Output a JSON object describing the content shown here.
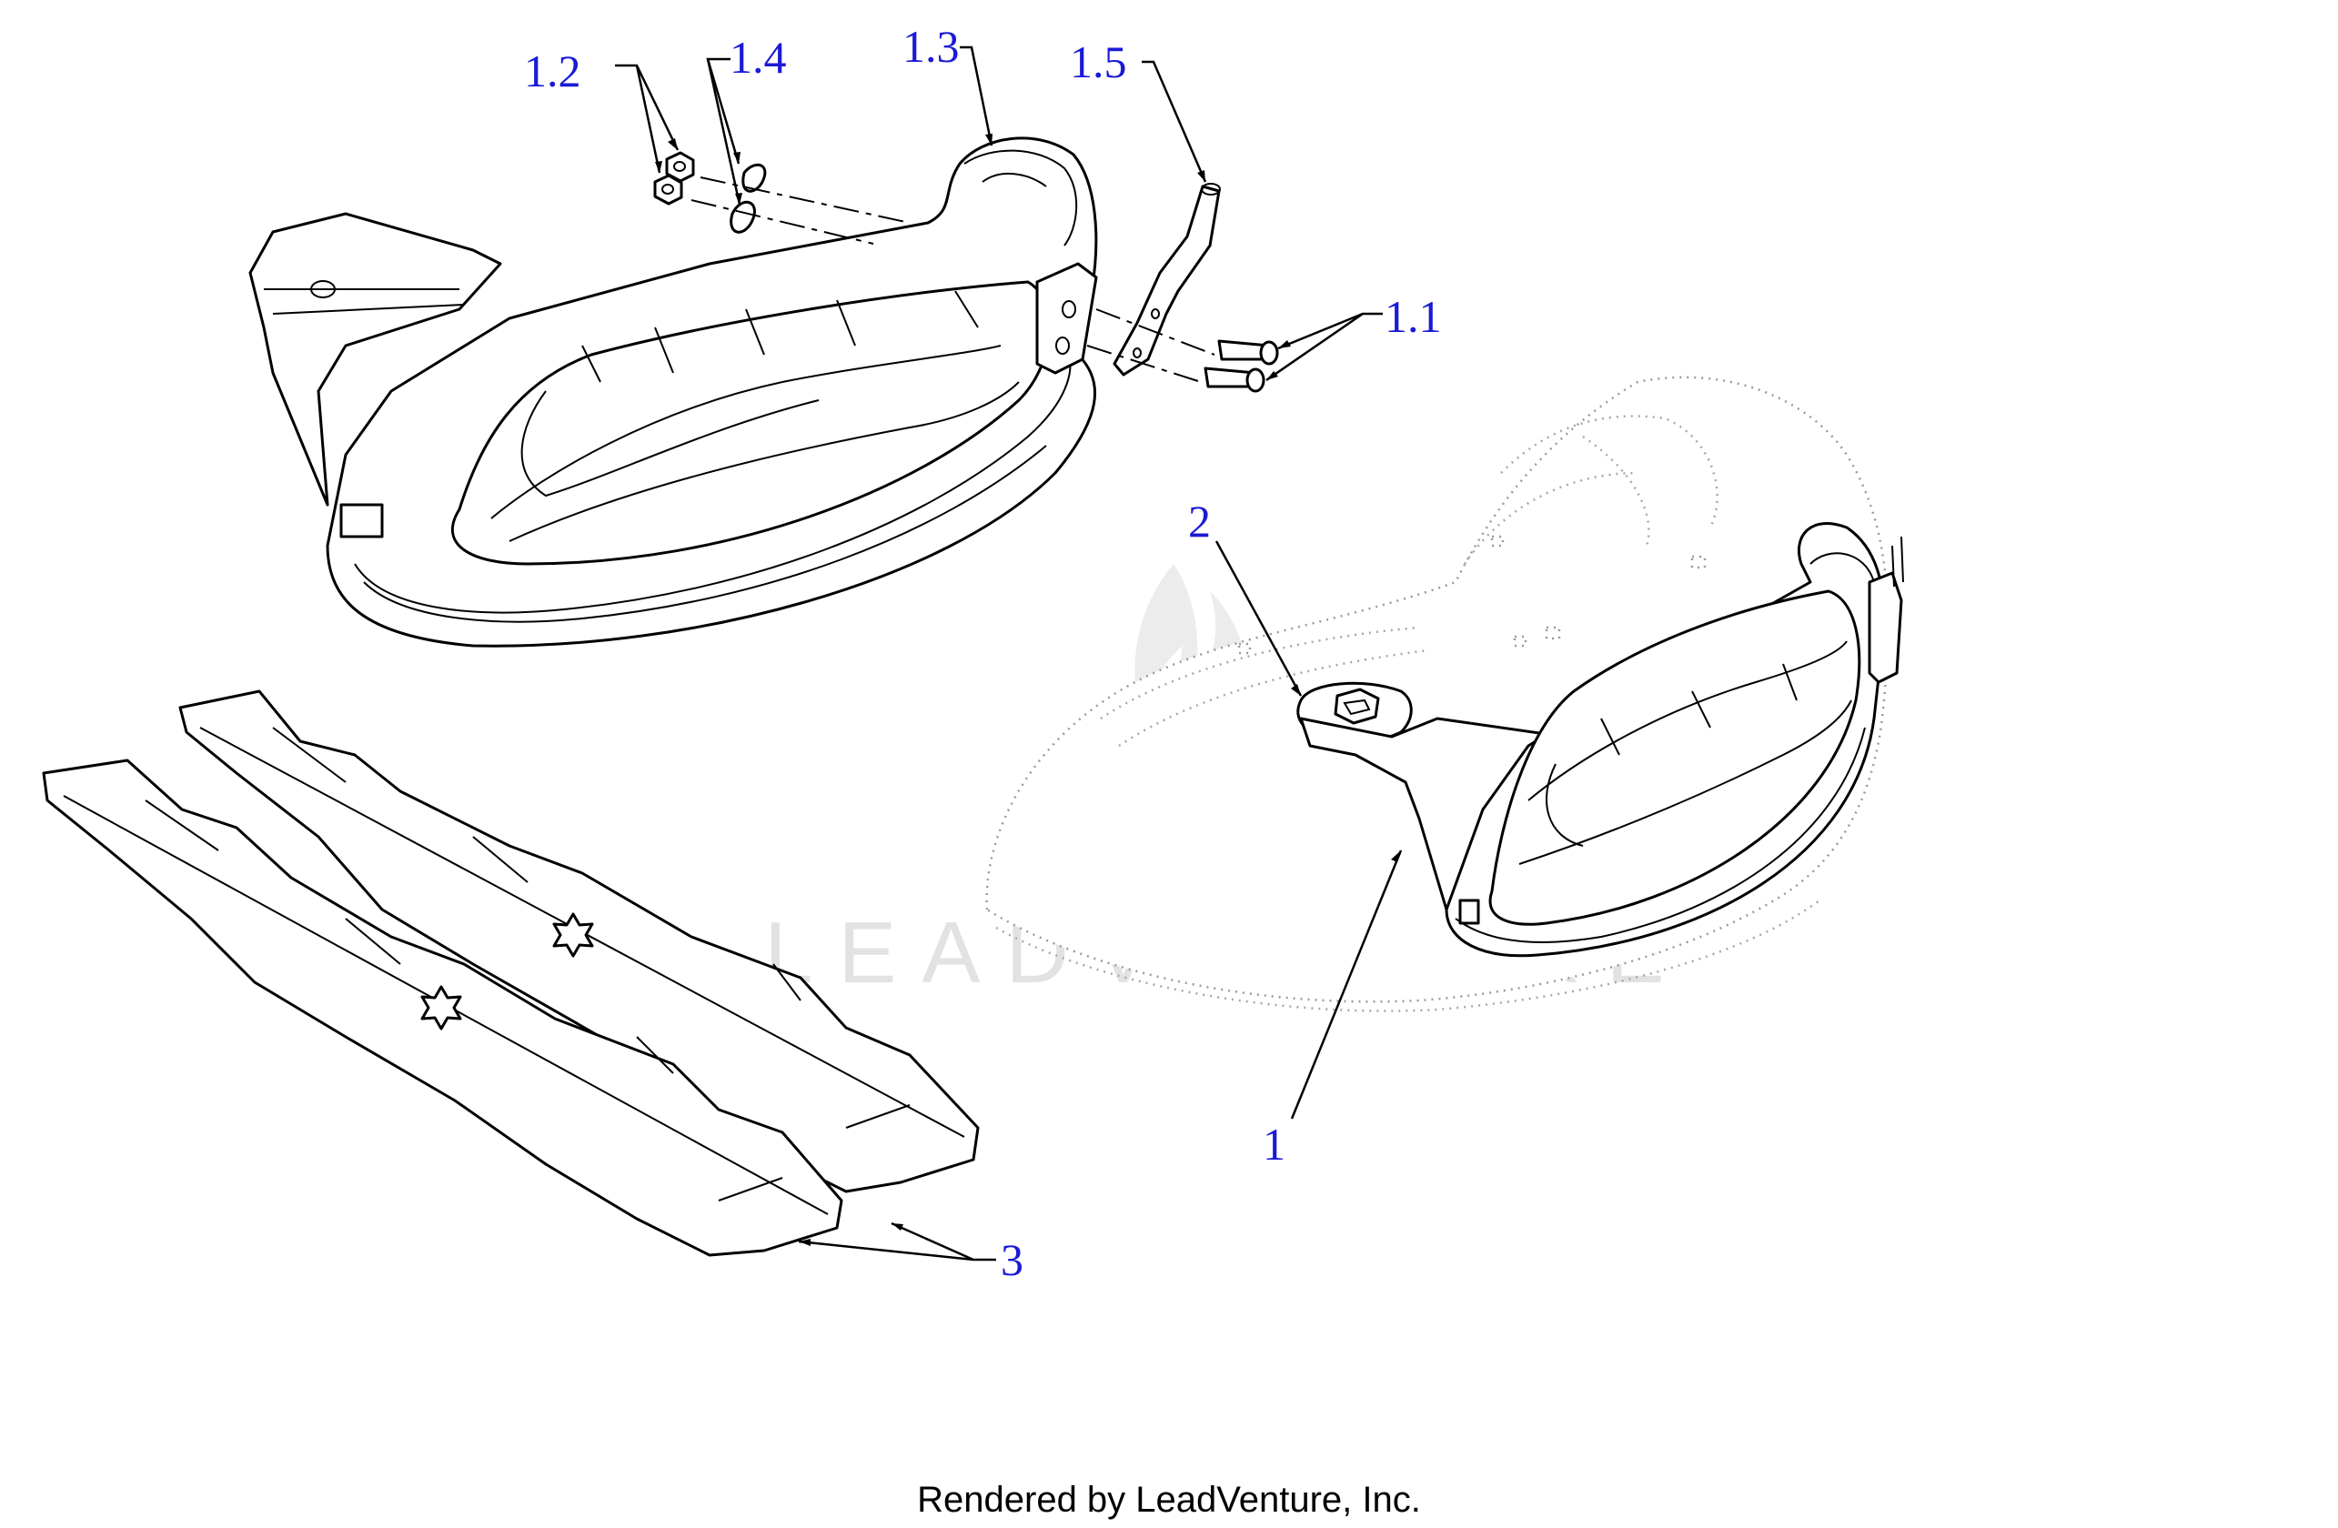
{
  "callouts": {
    "c1_1": "1.1",
    "c1_2": "1.2",
    "c1_3": "1.3",
    "c1_4": "1.4",
    "c1_5": "1.5",
    "c1": "1",
    "c2": "2",
    "c3": "3"
  },
  "watermark": "LEADVENTURE",
  "footer": "Rendered by LeadVenture, Inc.",
  "colors": {
    "callout": "#1a1ad6",
    "line": "#000000",
    "watermark": "#e2e2e2"
  }
}
